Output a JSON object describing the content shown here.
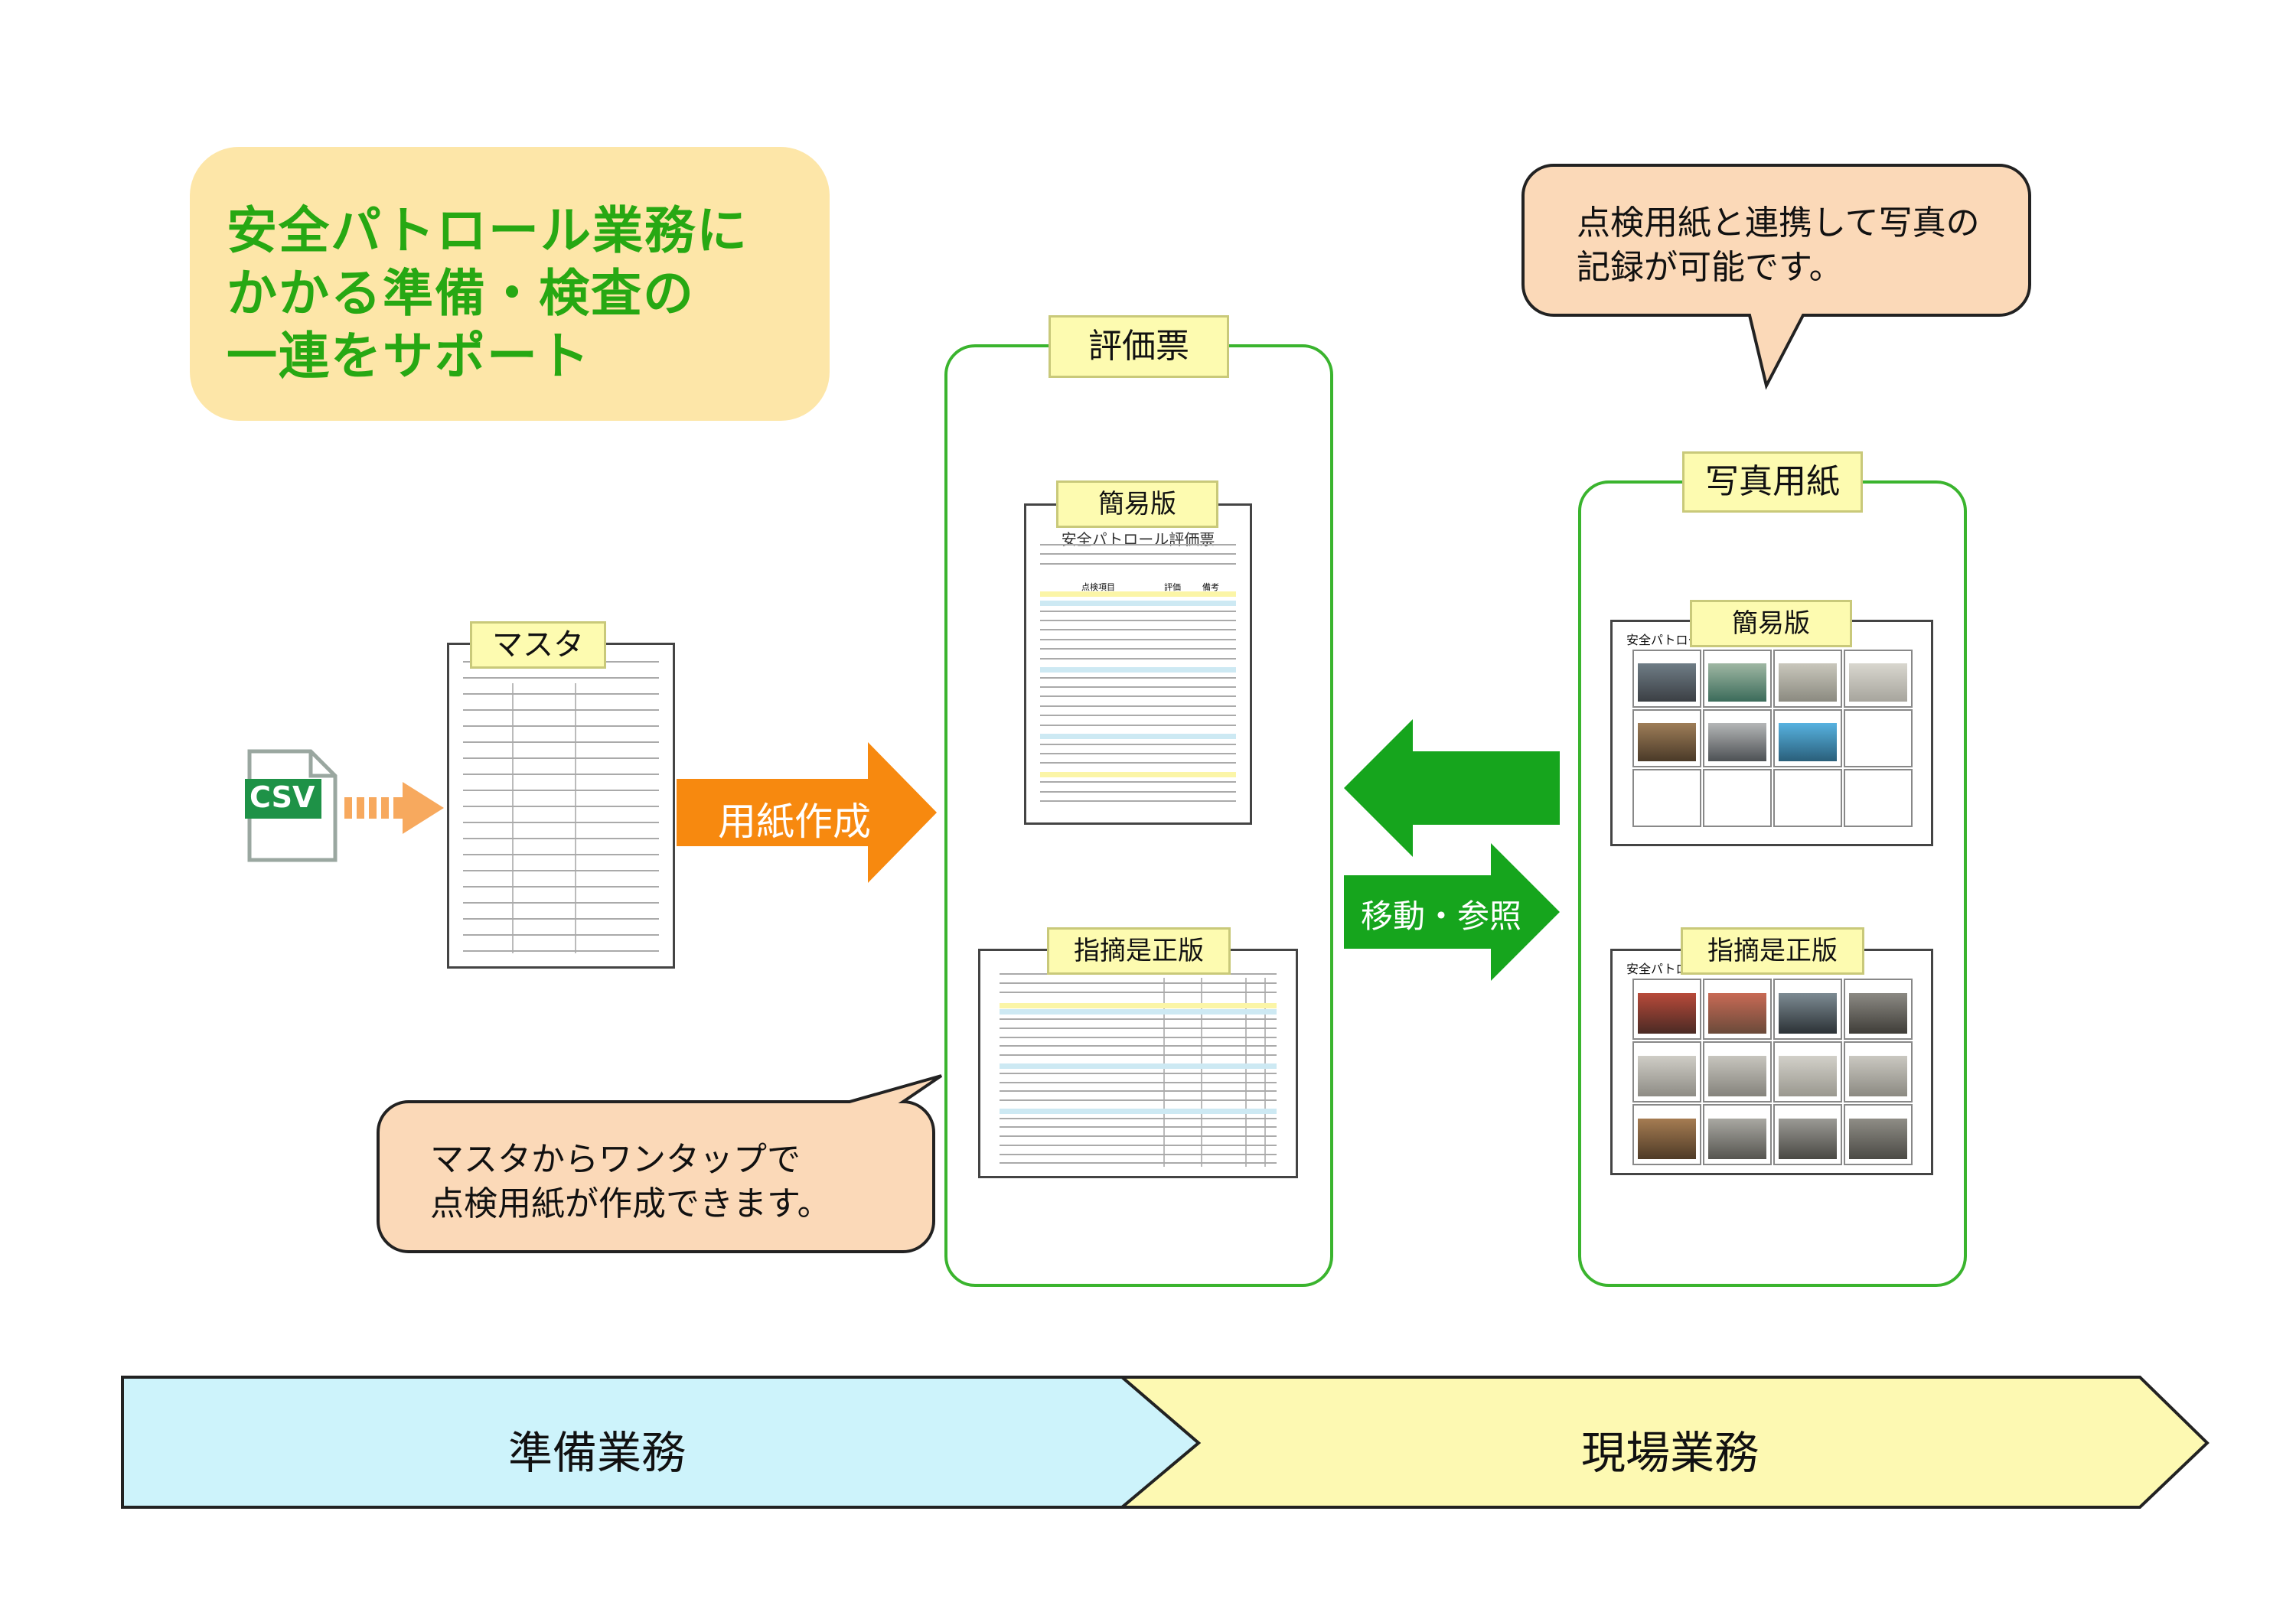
{
  "headline": {
    "line1": "安全パトロール業務に",
    "line2": "かかる準備・検査の",
    "line3": "一連をサポート"
  },
  "callouts": {
    "photo_note_line1": "点検用紙と連携して写真の",
    "photo_note_line2": "記録が可能です。",
    "master_note_line1": "マスタからワンタップで",
    "master_note_line2": "点検用紙が作成できます。"
  },
  "csv": {
    "icon_text": "CSV"
  },
  "master": {
    "label": "マスタ"
  },
  "arrows": {
    "create_sheet": "用紙作成",
    "move_reference": "移動・参照"
  },
  "evaluation": {
    "label": "評価票",
    "simple_label": "簡易版",
    "correction_label": "指摘是正版",
    "doc_title": "安全パトロール評価票",
    "col_item": "点検項目",
    "col_rating": "評価",
    "col_remarks": "備考"
  },
  "photo_sheet": {
    "label": "写真用紙",
    "simple_label": "簡易版",
    "correction_label": "指摘是正版",
    "sheet_heading": "安全パトロール"
  },
  "bands": {
    "preparation": "準備業務",
    "site": "現場業務"
  },
  "colors": {
    "headline_green": "#27a813",
    "arrow_orange": "#f7890f",
    "arrow_green": "#16a51d",
    "band_blue": "#cdf3fb",
    "band_yellow": "#fdf9b2"
  }
}
